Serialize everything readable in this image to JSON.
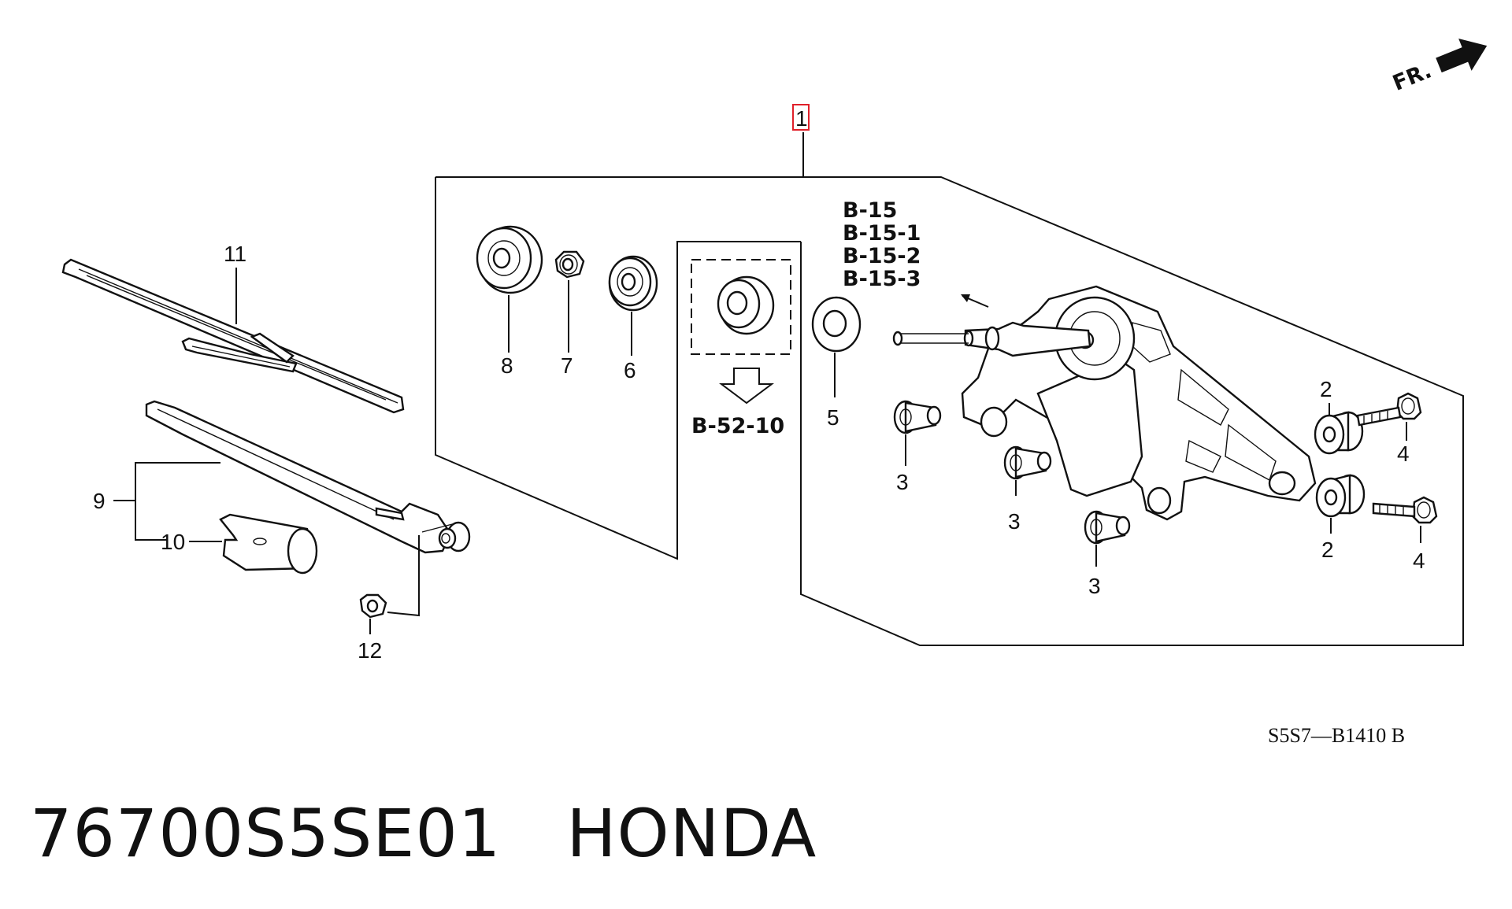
{
  "diagram": {
    "callouts": {
      "c1": "1",
      "c2a": "2",
      "c2b": "2",
      "c3a": "3",
      "c3b": "3",
      "c3c": "3",
      "c4a": "4",
      "c4b": "4",
      "c5": "5",
      "c6": "6",
      "c7": "7",
      "c8": "8",
      "c9": "9",
      "c10": "10",
      "c11": "11",
      "c12": "12"
    },
    "refs": {
      "r1": "B-15",
      "r2": "B-15-1",
      "r3": "B-15-2",
      "r4": "B-15-3",
      "r5": "B-52-10"
    },
    "direction_label": "FR.",
    "figure_code": "S5S7—B1410 B"
  },
  "footer": {
    "part_number": "76700S5SE01",
    "brand": "HONDA",
    "caption": "76700S5SE01   HONDA"
  },
  "colors": {
    "highlight": "#e0202a",
    "line": "#111111",
    "background": "#ffffff"
  }
}
